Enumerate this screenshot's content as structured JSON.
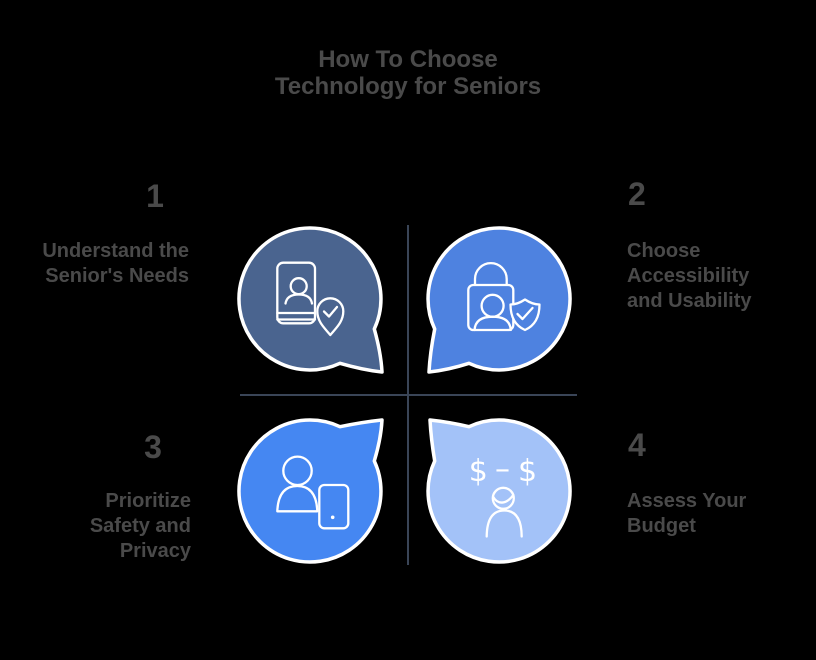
{
  "title": {
    "lines": [
      "How To Choose",
      "Technology for Seniors"
    ]
  },
  "colors": {
    "background": "#000000",
    "text": "#4a4a4a",
    "divider": "#3a4557",
    "icon_stroke": "#ffffff"
  },
  "steps": [
    {
      "number": "1",
      "label": "Understand the Senior's Needs",
      "label_lines": [
        "Understand the",
        "Senior's Needs"
      ],
      "icon": "phone-contact-check-pin",
      "color": "#4a648f",
      "bubble_tail": "bottom-right"
    },
    {
      "number": "2",
      "label": "Choose Accessibility and Usability",
      "label_lines": [
        "Choose",
        "Accessibility",
        "and Usability"
      ],
      "icon": "lock-user-shield-check",
      "color": "#4e82e0",
      "bubble_tail": "bottom-left"
    },
    {
      "number": "3",
      "label": "Prioritize Safety and Privacy",
      "label_lines": [
        "Prioritize",
        "Safety and",
        "Privacy"
      ],
      "icon": "user-tablet",
      "color": "#4587f2",
      "bubble_tail": "top-right"
    },
    {
      "number": "4",
      "label": "Assess Your Budget",
      "label_lines": [
        "Assess Your",
        "Budget"
      ],
      "icon": "dollar-comparison-user",
      "icon_text": {
        "left": "$",
        "dash": "–",
        "right": "$"
      },
      "color": "#a3c2f8",
      "bubble_tail": "top-left"
    }
  ]
}
